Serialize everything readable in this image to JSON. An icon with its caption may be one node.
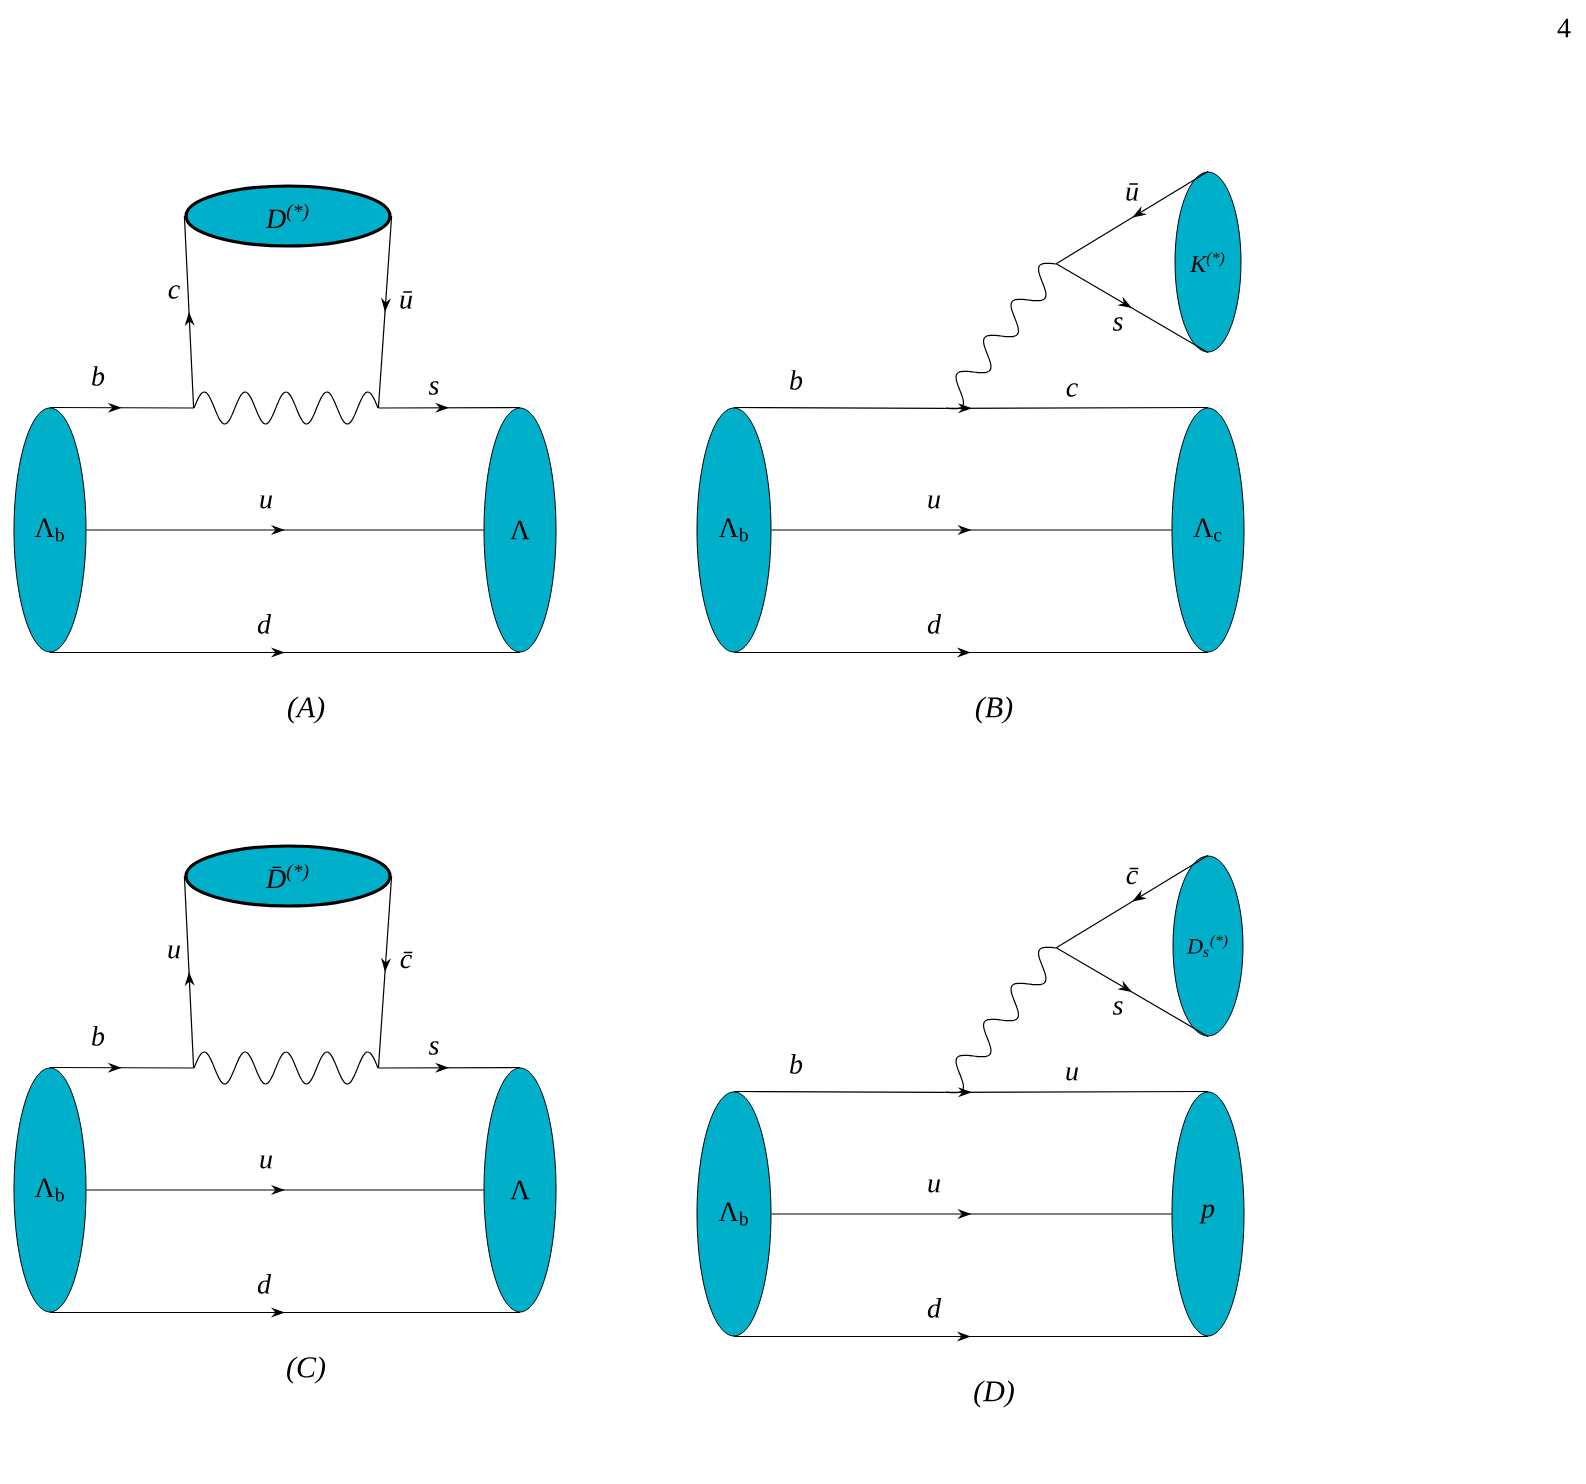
{
  "diagram": {
    "nodes": [
      {
        "text": [
          "D$^{(*)}$"
        ]
      },
      {
        "text": [],
        "shape": "wave"
      },
      {
        "text": [
          "Λ$_{b}$"
        ]
      },
      {
        "text": [
          "Λ"
        ]
      },
      {
        "text": [
          "K$^{(*)}$"
        ]
      },
      {
        "text": [],
        "shape": "wave"
      },
      {
        "text": [
          "Λ$_{b}$"
        ]
      },
      {
        "text": [
          "Λ$_{c}$"
        ]
      },
      {
        "text": [
          "D̄$^{(*)}$"
        ]
      },
      {
        "text": [],
        "shape": "wave"
      },
      {
        "text": [
          "Λ$_{b}$"
        ]
      },
      {
        "text": [
          "Λ"
        ]
      },
      {
        "text": [
          "D$_{s}$$^{(*)}$"
        ]
      },
      {
        "text": [],
        "shape": "wave"
      },
      {
        "text": [
          "Λ$_{b}$"
        ]
      },
      {
        "text": [
          "p"
        ]
      }
    ],
    "edges": [
      {
        "from": 2,
        "to": 1,
        "arrow": "to",
        "label": "b"
      },
      {
        "from": 1,
        "to": 0,
        "arrow": "to",
        "label": "c"
      },
      {
        "from": 0,
        "to": 1,
        "arrow": "to",
        "label": "ū"
      },
      {
        "from": 1,
        "to": 3,
        "arrow": "to",
        "label": "s"
      },
      {
        "from": 2,
        "to": 3,
        "arrow": "to",
        "label": "u"
      },
      {
        "from": 2,
        "to": 3,
        "arrow": "to",
        "label": "d"
      },
      {
        "from": 6,
        "to": 5,
        "arrow": "none",
        "label": "b"
      },
      {
        "from": 5,
        "to": 7,
        "arrow": "to",
        "label": "c"
      },
      {
        "from": 4,
        "to": 5,
        "arrow": "to",
        "label": "ū"
      },
      {
        "from": 5,
        "to": 4,
        "arrow": "to",
        "label": "s"
      },
      {
        "from": 6,
        "to": 7,
        "arrow": "to",
        "label": "u"
      },
      {
        "from": 6,
        "to": 7,
        "arrow": "to",
        "label": "d"
      },
      {
        "from": 10,
        "to": 9,
        "arrow": "to",
        "label": "b"
      },
      {
        "from": 9,
        "to": 8,
        "arrow": "to",
        "label": "u"
      },
      {
        "from": 8,
        "to": 9,
        "arrow": "to",
        "label": "c̄"
      },
      {
        "from": 9,
        "to": 11,
        "arrow": "to",
        "label": "s"
      },
      {
        "from": 10,
        "to": 11,
        "arrow": "to",
        "label": "u"
      },
      {
        "from": 10,
        "to": 11,
        "arrow": "to",
        "label": "d"
      },
      {
        "from": 14,
        "to": 13,
        "arrow": "none",
        "label": "b"
      },
      {
        "from": 13,
        "to": 15,
        "arrow": "to",
        "label": "u"
      },
      {
        "from": 12,
        "to": 13,
        "arrow": "to",
        "label": "c̄"
      },
      {
        "from": 13,
        "to": 12,
        "arrow": "to",
        "label": "s"
      },
      {
        "from": 14,
        "to": 15,
        "arrow": "to",
        "label": "u"
      },
      {
        "from": 14,
        "to": 15,
        "arrow": "to",
        "label": "d"
      }
    ],
    "labels": [
      "4",
      "(A)",
      "(B)",
      "(C)",
      "(D)"
    ]
  }
}
